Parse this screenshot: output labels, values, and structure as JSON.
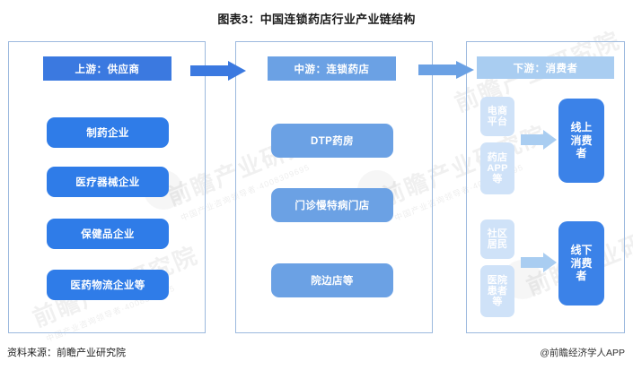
{
  "title": "图表3：中国连锁药店行业产业链结构",
  "colors": {
    "upstream_header": "#3b79e0",
    "midstream_header": "#6ba1e4",
    "downstream_header": "#a9cdf1",
    "upstream_box": "#2f7ce8",
    "midstream_box": "#6ba1e4",
    "source_box": "#cfe2f8",
    "consumer_box": "#3b82e8",
    "frame_border": "#9cb9de",
    "arrow_dark": "#3b79e0",
    "arrow_light": "#6ba1e4",
    "arrow_pale": "#a9cdf1"
  },
  "columns": {
    "upstream": {
      "header": "上游：供应商",
      "items": [
        {
          "label": "制药企业"
        },
        {
          "label": "医疗器械企业"
        },
        {
          "label": "保健品企业"
        },
        {
          "label": "医药物流企业等"
        }
      ]
    },
    "midstream": {
      "header": "中游：连锁药店",
      "items": [
        {
          "label": "DTP药房"
        },
        {
          "label": "门诊慢特病门店"
        },
        {
          "label": "院边店等"
        }
      ]
    },
    "downstream": {
      "header": "下游：消费者",
      "sources": [
        {
          "label": "电商\n平台"
        },
        {
          "label": "药店\nAPP\n等"
        },
        {
          "label": "社区\n居民"
        },
        {
          "label": "医院\n患者\n等"
        }
      ],
      "consumers": [
        {
          "label": "线上\n消费\n者"
        },
        {
          "label": "线下\n消费\n者"
        }
      ]
    }
  },
  "arrows": {
    "upstream_to_midstream": "arrow-right",
    "midstream_to_downstream": "arrow-right",
    "online_sources_to_consumer": "arrow-right",
    "offline_sources_to_consumer": "arrow-right"
  },
  "watermark": {
    "brand": "前瞻产业研究院",
    "sub": "中国产业咨询领导者·4008309695"
  },
  "footer": {
    "source": "资料来源：前瞻产业研究院",
    "attribution": "@前瞻经济学人APP"
  }
}
